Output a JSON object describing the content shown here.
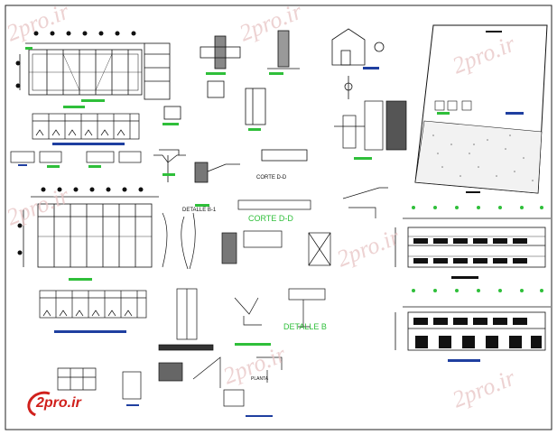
{
  "drawing": {
    "labels": {
      "corte_dd": "CORTE D-D",
      "corte_dd_small": "CORTE D-D",
      "detalle_b": "DETALLE B",
      "detalle_b1": "DETALLE B-1",
      "planta": "PLANTA"
    },
    "watermark": "2pro.ir",
    "logo": "2pro.ir"
  },
  "colors": {
    "line": "#111111",
    "accent_green": "#2fbf3a",
    "accent_blue": "#1f3fa0",
    "logo_red": "#d0201c",
    "watermark_pink": "#e7c4c4"
  }
}
